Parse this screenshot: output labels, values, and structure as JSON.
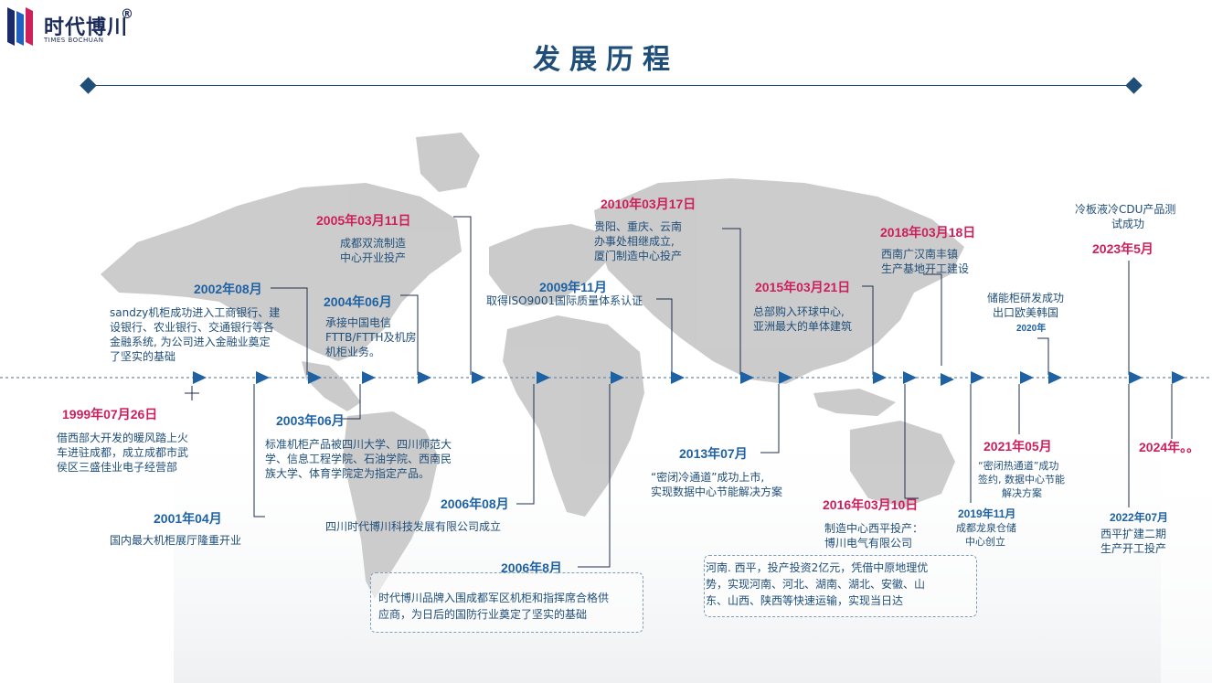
{
  "logo": {
    "name": "时代博川",
    "registered": "®",
    "subtitle": "TIMES BOCHUAN"
  },
  "title": "发展历程",
  "colors": {
    "navy": "#1f4e79",
    "pink": "#cc1f5c",
    "blue": "#1f62a3",
    "map": "#c9c9c9"
  },
  "events": {
    "e1999": {
      "date": "1999年07月26日",
      "desc": [
        "借西部大开发的暖风踏上火",
        "车进驻成都，成立成都市武",
        "侯区三盛佳业电子经营部"
      ]
    },
    "e2001": {
      "date": "2001年04月",
      "desc": "国内最大机柜展厅隆重开业"
    },
    "e2002": {
      "date": "2002年08月",
      "desc": [
        "sandzy机柜成功进入工商银行、建",
        "设银行、农业银行、交通银行等各",
        "金融系统, 为公司进入金融业奠定",
        "了坚实的基础"
      ]
    },
    "e2003": {
      "date": "2003年06月",
      "desc": [
        "标准机柜产品被四川大学、四川师范大",
        "学、信息工程学院、石油学院、西南民",
        "族大学、体育学院定为指定产品。"
      ]
    },
    "e2004": {
      "date": "2004年06月",
      "desc": [
        "承接中国电信",
        "FTTB/FTTH及机房",
        "机柜业务。"
      ]
    },
    "e2005": {
      "date": "2005年03月11日",
      "desc": [
        "成都双流制造",
        "中心开业投产"
      ]
    },
    "e2006a": {
      "date": "2006年08月",
      "desc": "四川时代博川科技发展有限公司成立"
    },
    "e2006b": {
      "date": "2006年8月",
      "desc": [
        "时代博川品牌入围成都军区机柜和指挥席合格供",
        "应商，为日后的国防行业奠定了坚实的基础"
      ]
    },
    "e2009": {
      "date": "2009年11月",
      "desc": "取得ISO9001国际质量体系认证"
    },
    "e2010": {
      "date": "2010年03月17日",
      "desc": [
        "贵阳、重庆、云南",
        "办事处相继成立,",
        "厦门制造中心投产"
      ]
    },
    "e2013": {
      "date": "2013年07月",
      "desc": [
        "“密闭冷通道”成功上市,",
        "实现数据中心节能解决方案"
      ]
    },
    "e2015": {
      "date": "2015年03月21日",
      "desc": [
        "总部购入环球中心,",
        "亚洲最大的单体建筑"
      ]
    },
    "e2016": {
      "date": "2016年03月10日",
      "desc": [
        "制造中心西平投产：",
        "博川电气有限公司"
      ],
      "box": [
        "河南. 西平，投产投资2亿元，凭借中原地理优",
        "势，实现河南、河北、湖南、湖北、安徽、山",
        "东、山西、陕西等快速运输，实现当日达"
      ]
    },
    "e2018": {
      "date": "2018年03月18日",
      "desc": [
        "西南广汉南丰镇",
        "生产基地开工建设"
      ]
    },
    "e2019": {
      "date": "2019年11月",
      "desc": [
        "成都龙泉仓储",
        "中心创立"
      ]
    },
    "e2020": {
      "year": "2020年",
      "desc": [
        "储能柜研发成功",
        "出口欧美韩国"
      ]
    },
    "e2021": {
      "date": "2021年05月",
      "desc": [
        "“密闭热通道”成功",
        "签约, 数据中心节能",
        "解决方案"
      ]
    },
    "e2022": {
      "date": "2022年07月",
      "desc": [
        "西平扩建二期",
        "生产开工投产"
      ]
    },
    "e2023": {
      "date": "2023年5月",
      "desc": [
        "冷板液冷CDU产品测",
        "试成功"
      ]
    },
    "e2024": {
      "date": "2024年。。"
    }
  }
}
